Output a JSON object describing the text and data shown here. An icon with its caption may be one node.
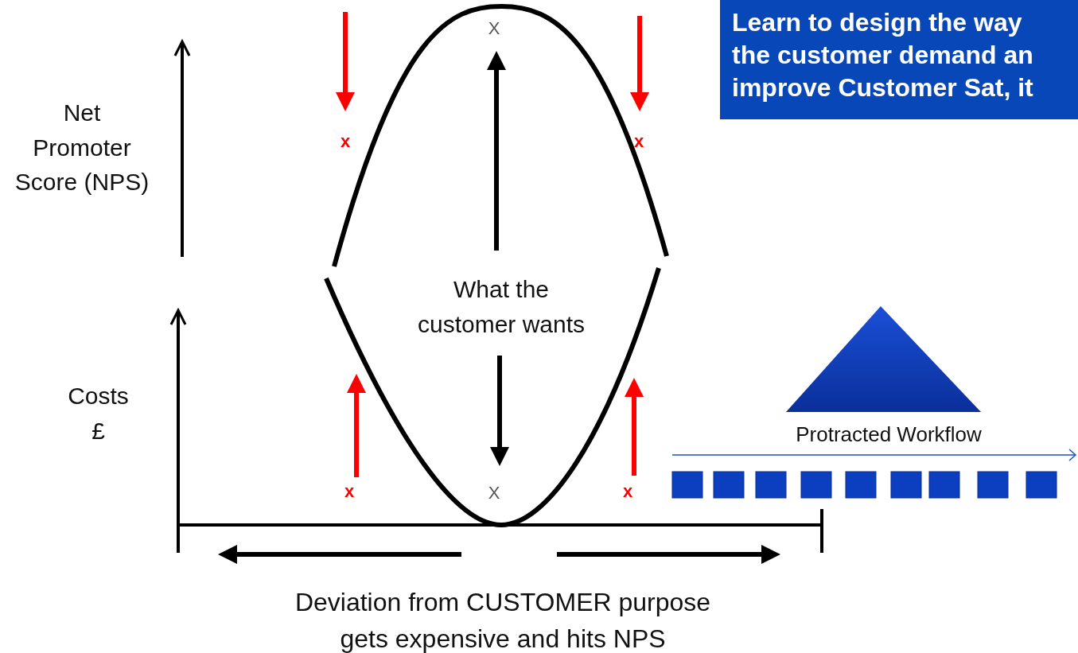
{
  "diagram": {
    "nodes": [
      {
        "text": [
          "Learn to design the way the customer demand an improve Customer Sat, it"
        ]
      }
    ],
    "labels": [
      "X",
      "Net Promoter Score (NPS)",
      "x",
      "x",
      "What the customer wants",
      "Costs £",
      "Protracted Workflow",
      "x",
      "X",
      "x",
      "Deviation from CUSTOMER purpose gets expensive and hits NPS"
    ]
  }
}
